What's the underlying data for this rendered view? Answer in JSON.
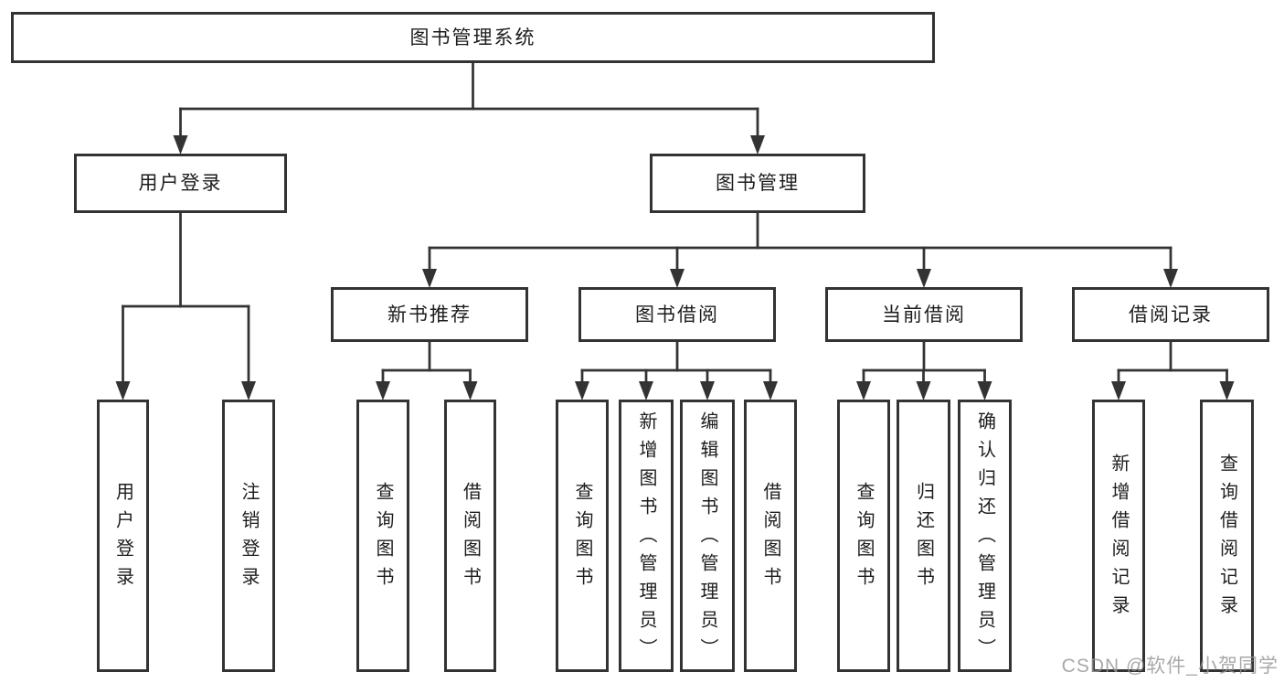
{
  "page": {
    "background": "#ffffff"
  },
  "colors": {
    "line": "#333333",
    "box_border": "#333333",
    "text": "#1d1d1d",
    "watermark": "#969696"
  },
  "watermark": {
    "text": "CSDN @软件_小贺同学"
  },
  "diagram": {
    "type": "tree",
    "root_label": "图书管理系统"
  },
  "nodes": [
    {
      "id": "root",
      "parent": null,
      "label": "图书管理系统",
      "orientation": "horizontal"
    },
    {
      "id": "user-login-group",
      "parent": "root",
      "label": "用户登录",
      "orientation": "horizontal"
    },
    {
      "id": "book-mgmt",
      "parent": "root",
      "label": "图书管理",
      "orientation": "horizontal"
    },
    {
      "id": "new-book-rec",
      "parent": "book-mgmt",
      "label": "新书推荐",
      "orientation": "horizontal"
    },
    {
      "id": "book-borrow",
      "parent": "book-mgmt",
      "label": "图书借阅",
      "orientation": "horizontal"
    },
    {
      "id": "current-borrow",
      "parent": "book-mgmt",
      "label": "当前借阅",
      "orientation": "horizontal"
    },
    {
      "id": "borrow-records",
      "parent": "book-mgmt",
      "label": "借阅记录",
      "orientation": "horizontal"
    },
    {
      "id": "user-login",
      "parent": "user-login-group",
      "label": "用户登录",
      "orientation": "vertical"
    },
    {
      "id": "logout-login",
      "parent": "user-login-group",
      "label": "注销登录",
      "orientation": "vertical"
    },
    {
      "id": "rec-query-book",
      "parent": "new-book-rec",
      "label": "查询图书",
      "orientation": "vertical"
    },
    {
      "id": "rec-borrow-book",
      "parent": "new-book-rec",
      "label": "借阅图书",
      "orientation": "vertical"
    },
    {
      "id": "bb-query-book",
      "parent": "book-borrow",
      "label": "查询图书",
      "orientation": "vertical"
    },
    {
      "id": "bb-add-book",
      "parent": "book-borrow",
      "label": "新增图书（管理员）",
      "orientation": "vertical"
    },
    {
      "id": "bb-edit-book",
      "parent": "book-borrow",
      "label": "编辑图书（管理员）",
      "orientation": "vertical"
    },
    {
      "id": "bb-borrow-book",
      "parent": "book-borrow",
      "label": "借阅图书",
      "orientation": "vertical"
    },
    {
      "id": "cb-query-book",
      "parent": "current-borrow",
      "label": "查询图书",
      "orientation": "vertical"
    },
    {
      "id": "cb-return-book",
      "parent": "current-borrow",
      "label": "归还图书",
      "orientation": "vertical"
    },
    {
      "id": "cb-confirm-return",
      "parent": "current-borrow",
      "label": "确认归还（管理员）",
      "orientation": "vertical"
    },
    {
      "id": "br-add-record",
      "parent": "borrow-records",
      "label": "新增借阅记录",
      "orientation": "vertical"
    },
    {
      "id": "br-query-record",
      "parent": "borrow-records",
      "label": "查询借阅记录",
      "orientation": "vertical"
    }
  ]
}
